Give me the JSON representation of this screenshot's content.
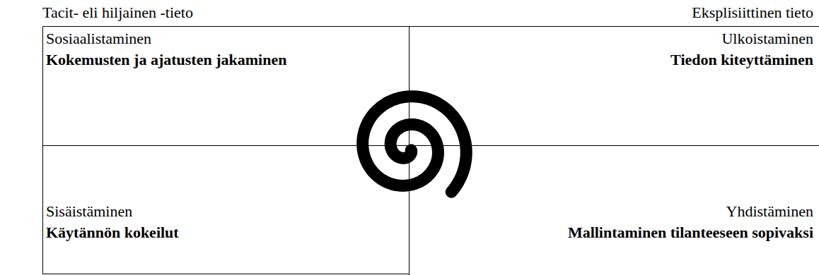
{
  "diagram": {
    "nodes": [
      {
        "text": [
          "Sosiaalistaminen",
          "Kokemusten ja ajatusten jakaminen"
        ]
      },
      {
        "text": [
          "Ulkoistaminen",
          "Tiedon kiteyttäminen"
        ]
      },
      {
        "text": [
          "Sisäistäminen",
          "Käytännön kokeilut"
        ]
      },
      {
        "text": [
          "Yhdistäminen",
          "Mallintaminen tilanteeseen sopivaksi"
        ]
      }
    ],
    "labels": [
      "Tacit- eli hiljainen -tieto",
      "Eksplisiittinen tieto"
    ]
  }
}
